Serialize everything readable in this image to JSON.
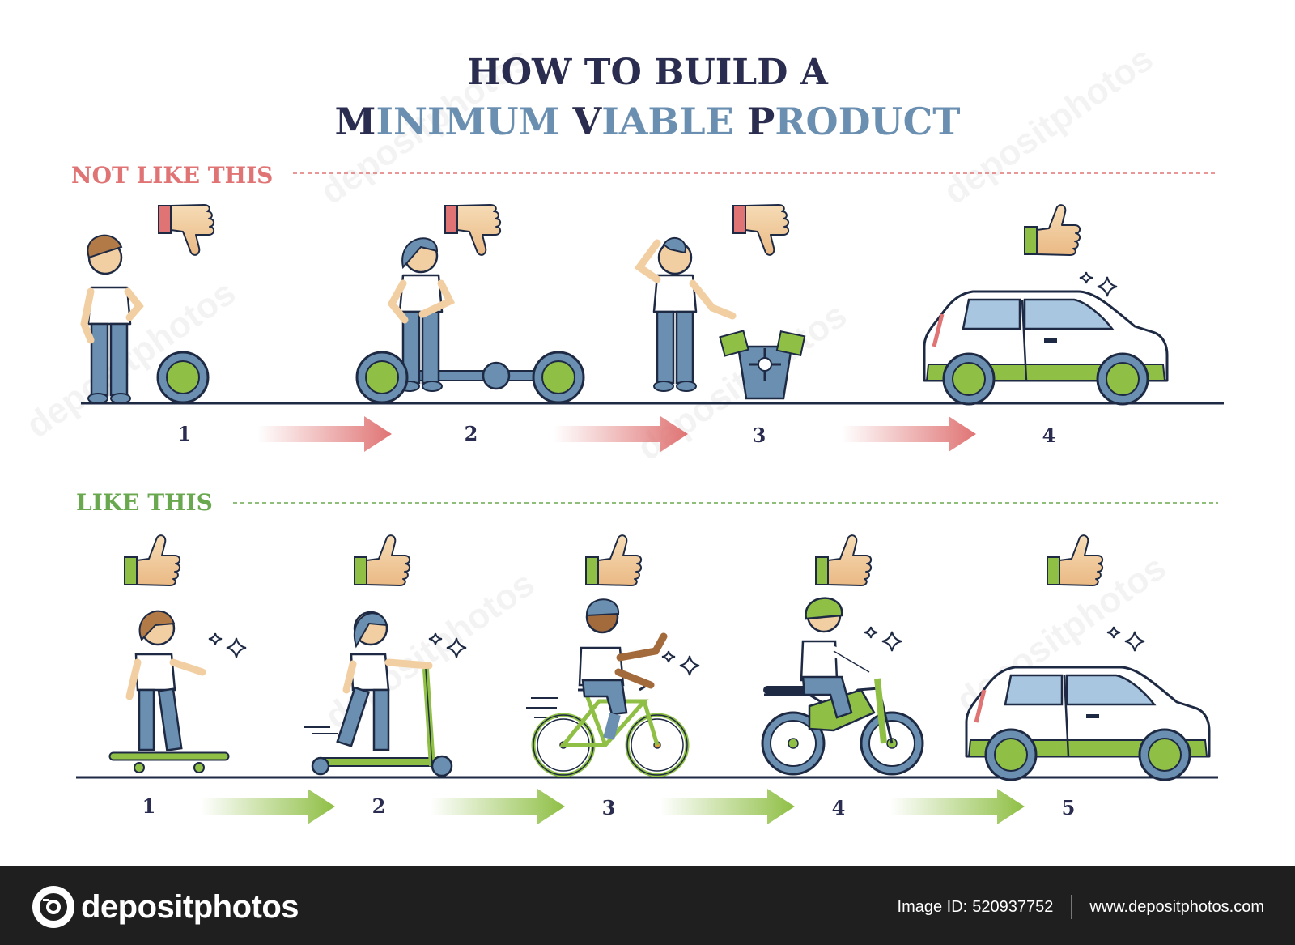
{
  "title": {
    "line1": "HOW TO BUILD A",
    "line2": {
      "m": "M",
      "m_rest": "INIMUM ",
      "v": "V",
      "v_rest": "IABLE ",
      "p": "P",
      "p_rest": "RODUCT"
    }
  },
  "colors": {
    "navy": "#2a2d4f",
    "steel": "#6a8fb0",
    "bad": "#e07474",
    "good": "#6aa84f",
    "lime": "#8fbf45",
    "skin": "#f2cfa2",
    "outline": "#1e2a44"
  },
  "bad_section": {
    "label": "NOT LIKE THIS",
    "steps": [
      {
        "number": "1",
        "item": "wheel",
        "reaction": "thumbs-down"
      },
      {
        "number": "2",
        "item": "wheels-and-axle",
        "reaction": "thumbs-down"
      },
      {
        "number": "3",
        "item": "car-parts",
        "reaction": "thumbs-down"
      },
      {
        "number": "4",
        "item": "car",
        "reaction": "thumbs-up"
      }
    ]
  },
  "good_section": {
    "label": "LIKE THIS",
    "steps": [
      {
        "number": "1",
        "item": "skateboard",
        "reaction": "thumbs-up"
      },
      {
        "number": "2",
        "item": "scooter",
        "reaction": "thumbs-up"
      },
      {
        "number": "3",
        "item": "bicycle",
        "reaction": "thumbs-up"
      },
      {
        "number": "4",
        "item": "motorcycle",
        "reaction": "thumbs-up"
      },
      {
        "number": "5",
        "item": "car",
        "reaction": "thumbs-up"
      }
    ]
  },
  "watermark": "depositphotos",
  "footer": {
    "brand": "depositphotos",
    "image_id_label": "Image ID:",
    "image_id": "520937752",
    "url": "www.depositphotos.com"
  }
}
